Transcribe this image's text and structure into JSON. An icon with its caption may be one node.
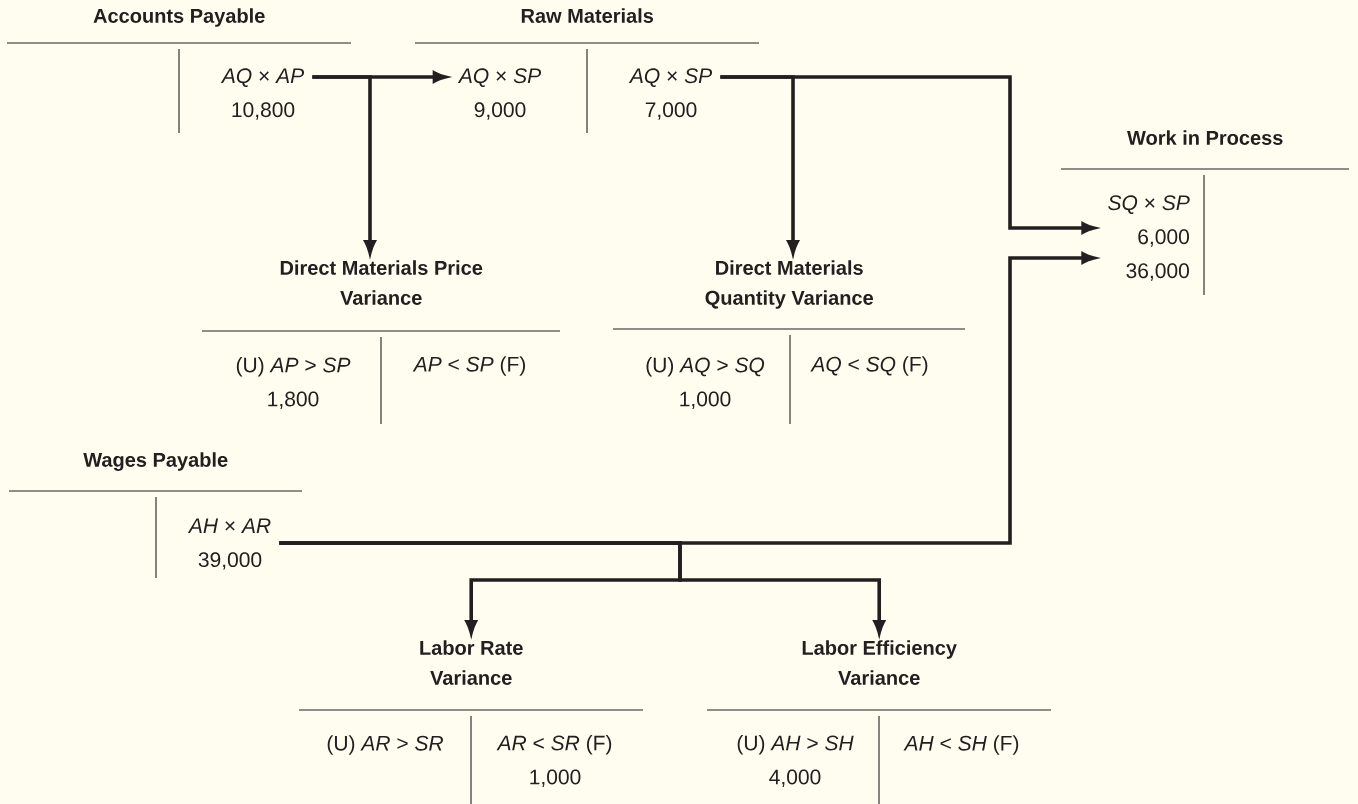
{
  "diagram": {
    "nodes": [
      {
        "text": [
          "Accounts Payable"
        ]
      },
      {
        "text": [
          "*AQ* × *AP*",
          "10,800"
        ],
        "in": 0
      },
      {
        "text": [
          "Raw Materials"
        ]
      },
      {
        "text": [
          "*AQ* × *SP*",
          "9,000"
        ],
        "in": 2
      },
      {
        "text": [
          "*AQ* × *SP*",
          "7,000"
        ],
        "in": 2
      },
      {
        "text": [
          "Work in Process"
        ]
      },
      {
        "text": [
          "*SQ* × *SP*",
          "6,000",
          "36,000"
        ],
        "in": 5
      },
      {
        "text": [
          "Direct Materials Price Variance"
        ]
      },
      {
        "text": [
          "(U) *AP* > *SP*",
          "1,800"
        ],
        "in": 7
      },
      {
        "text": [
          "*AP* < *SP* (F)"
        ],
        "in": 7
      },
      {
        "text": [
          "Direct Materials Quantity Variance"
        ]
      },
      {
        "text": [
          "(U) *AQ* > *SQ*",
          "1,000"
        ],
        "in": 10
      },
      {
        "text": [
          "*AQ* < *SQ* (F)"
        ],
        "in": 10
      },
      {
        "text": [
          "Wages Payable"
        ]
      },
      {
        "text": [
          "*AH* × *AR*",
          "39,000"
        ],
        "in": 13
      },
      {
        "text": [
          "Labor Rate Variance"
        ]
      },
      {
        "text": [
          "(U) *AR* > *SR*"
        ],
        "in": 15
      },
      {
        "text": [
          "*AR* < *SR* (F)",
          "1,000"
        ],
        "in": 15
      },
      {
        "text": [
          "Labor Efficiency Variance"
        ]
      },
      {
        "text": [
          "(U) *AH* > *SH*",
          "4,000"
        ],
        "in": 18
      },
      {
        "text": [
          "*AH* < *SH* (F)"
        ],
        "in": 18
      }
    ],
    "edges": [
      {
        "from": 1,
        "to": 3,
        "arrow": "to"
      },
      {
        "from": 1,
        "to": 7,
        "arrow": "to"
      },
      {
        "from": 4,
        "to": 10,
        "arrow": "to"
      },
      {
        "from": 4,
        "to": 6,
        "arrow": "to"
      },
      {
        "from": 14,
        "to": 6,
        "arrow": "to"
      },
      {
        "from": 14,
        "to": 15,
        "arrow": "to"
      },
      {
        "from": 14,
        "to": 18,
        "arrow": "to"
      }
    ]
  }
}
